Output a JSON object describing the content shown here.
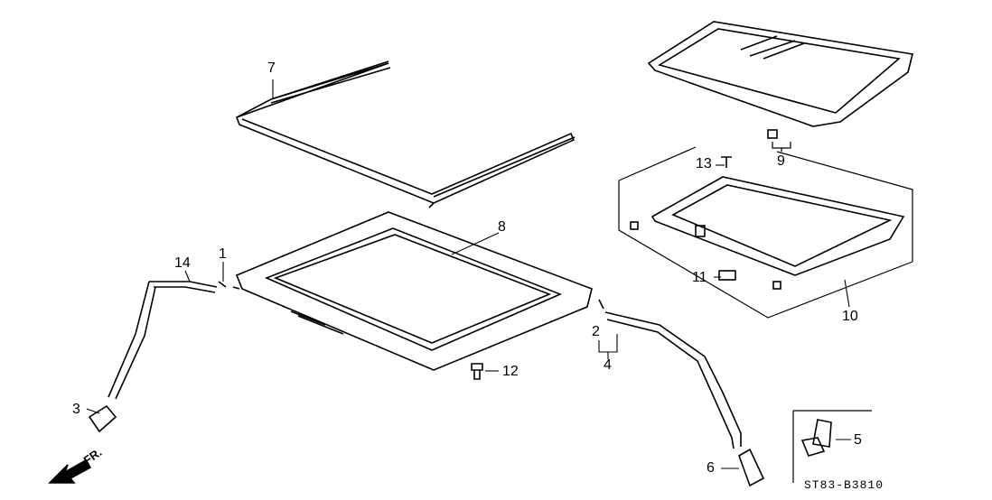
{
  "diagram": {
    "callouts": [
      {
        "id": "1",
        "part": "clip"
      },
      {
        "id": "2",
        "part": "clamp"
      },
      {
        "id": "3",
        "part": "drain-elbow"
      },
      {
        "id": "4",
        "part": "rear-drain-tube"
      },
      {
        "id": "5",
        "part": "drain-elbow-inset"
      },
      {
        "id": "6",
        "part": "drain-joint"
      },
      {
        "id": "7",
        "part": "sunroof-seal"
      },
      {
        "id": "8",
        "part": "sunroof-frame"
      },
      {
        "id": "9",
        "part": "glass-assembly"
      },
      {
        "id": "10",
        "part": "sunshade-assembly"
      },
      {
        "id": "11",
        "part": "sunshade-handle"
      },
      {
        "id": "12",
        "part": "bolt"
      },
      {
        "id": "13",
        "part": "screw"
      },
      {
        "id": "14",
        "part": "front-drain-tube"
      }
    ],
    "direction_label": "FR.",
    "diagram_code": "ST83-B3810"
  }
}
